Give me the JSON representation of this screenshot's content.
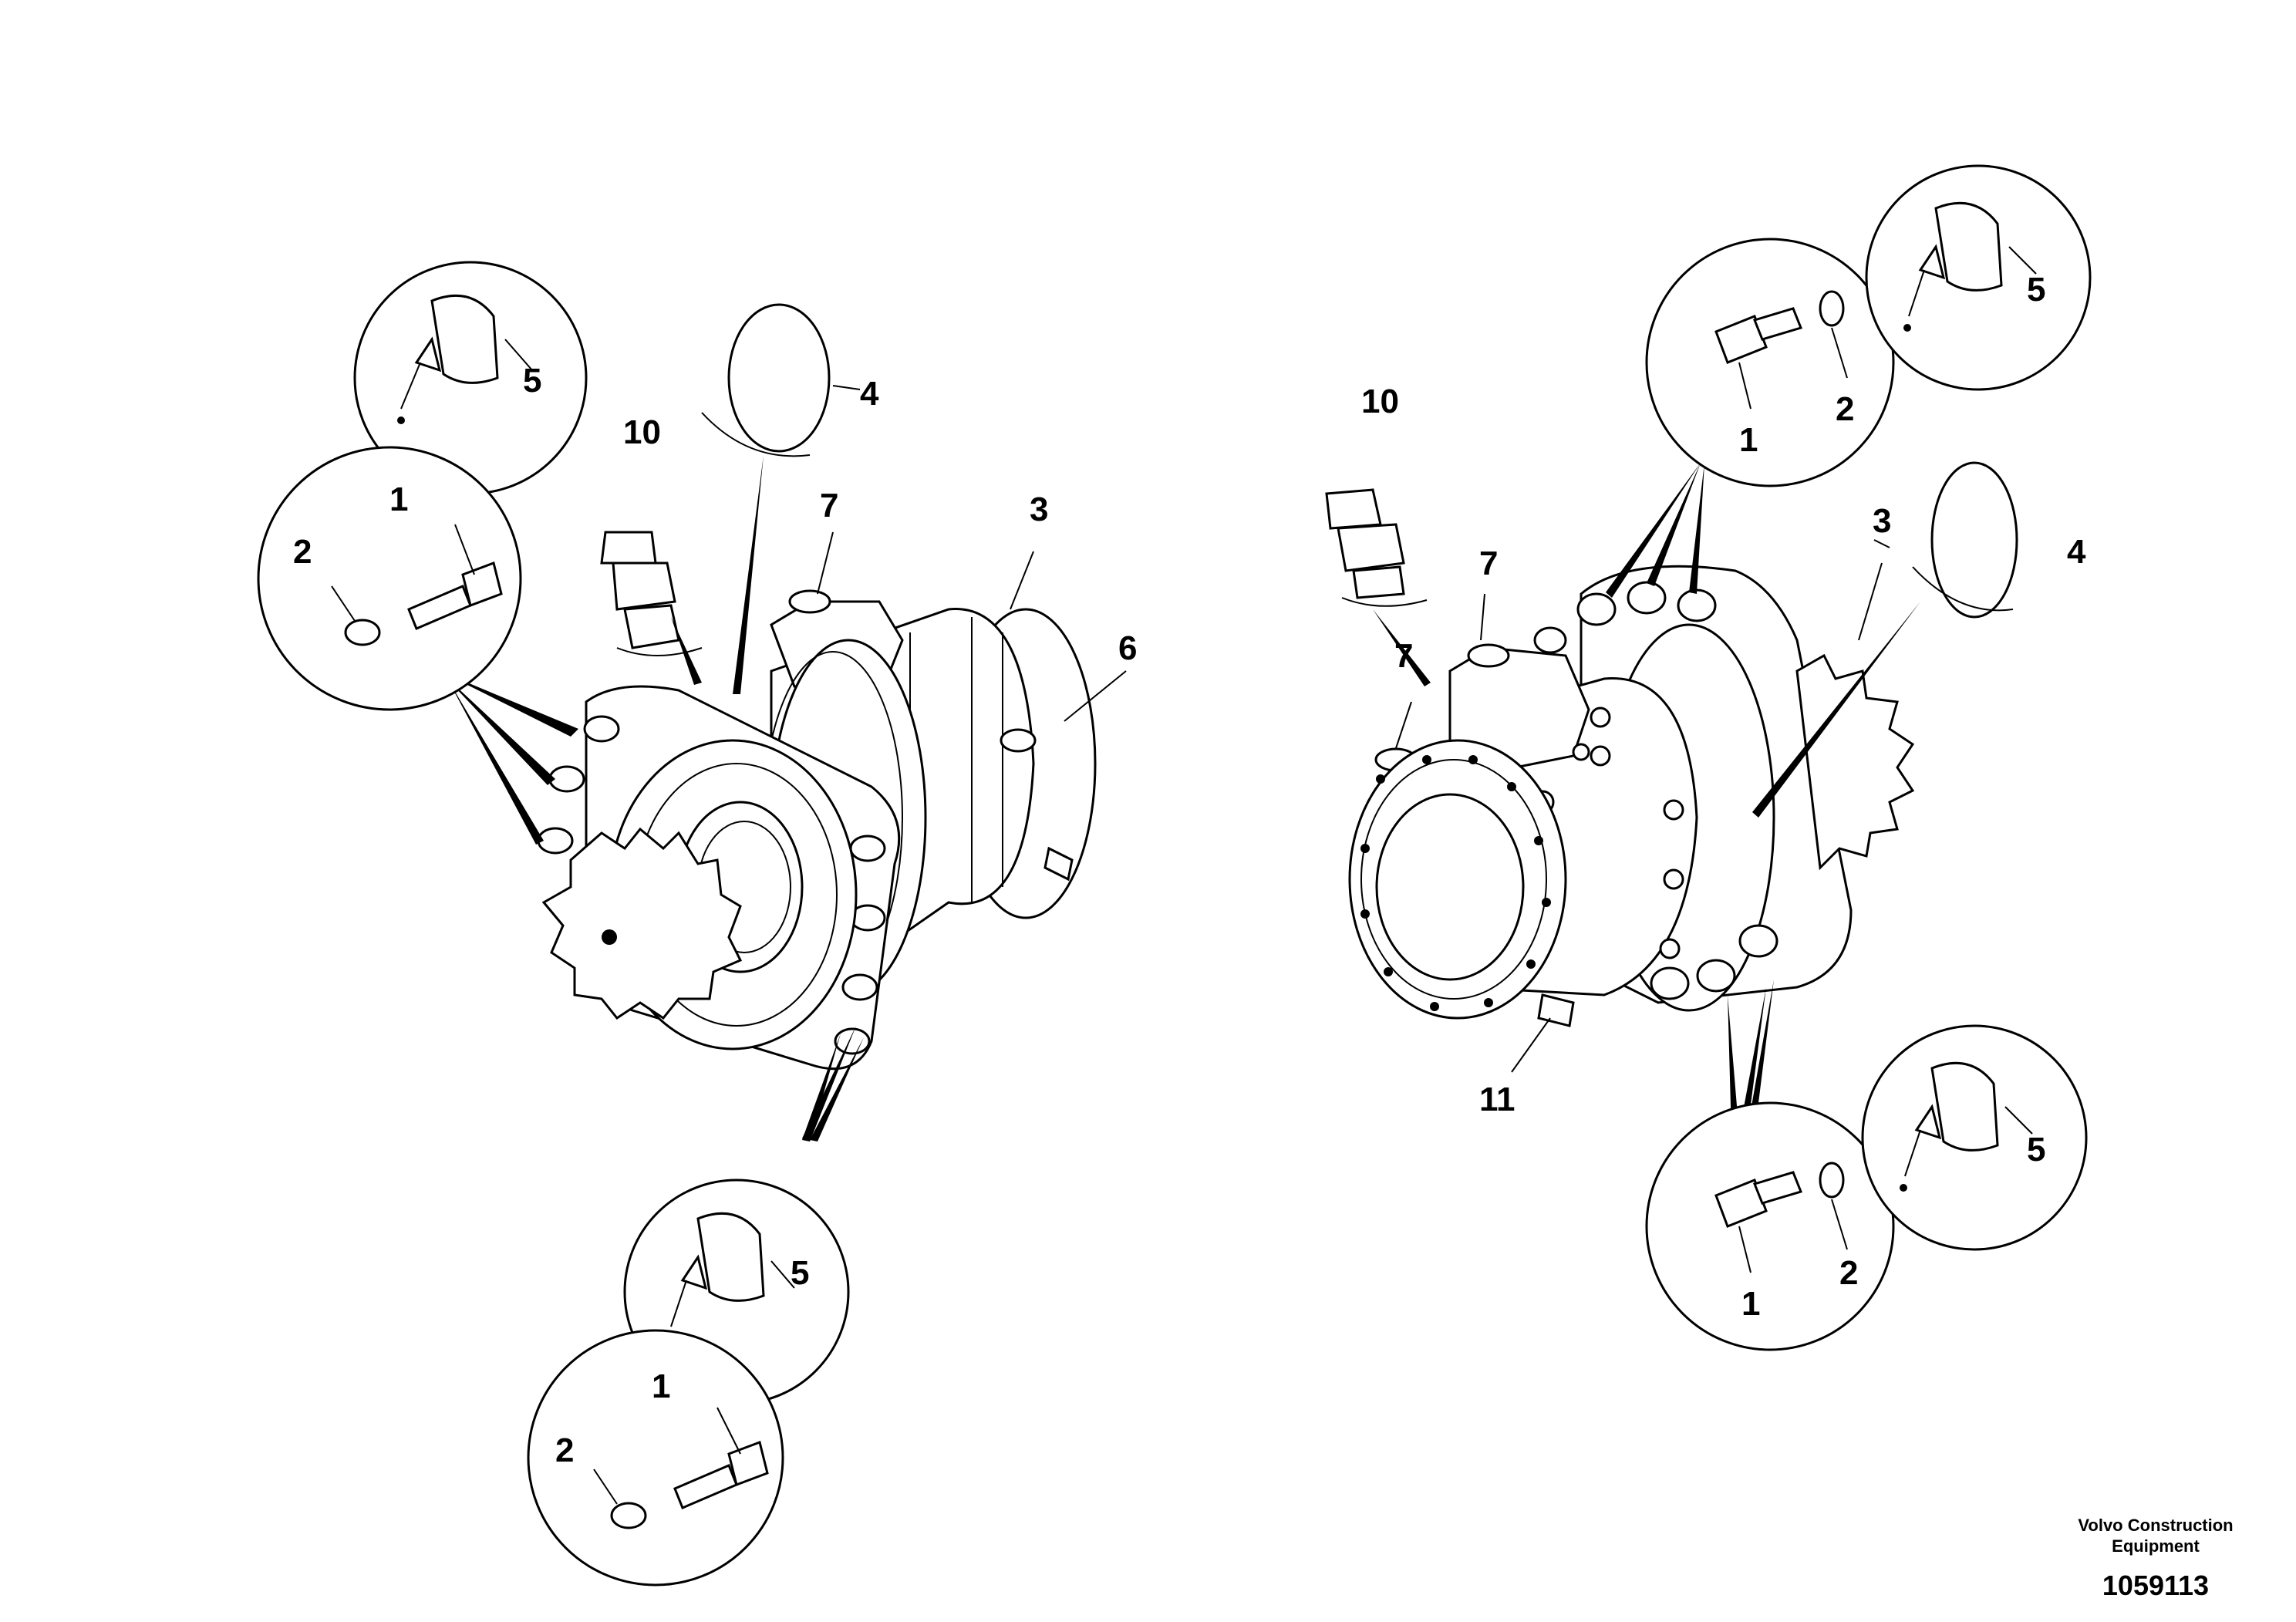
{
  "callouts": {
    "l_circ5_top": "5",
    "l_circ_1": "1",
    "l_circ_2": "2",
    "l_4": "4",
    "l_10": "10",
    "l_7": "7",
    "l_3": "3",
    "l_6": "6",
    "l_circ5_bot": "5",
    "l_circ_bot_1": "1",
    "l_circ_bot_2": "2",
    "r_10": "10",
    "r_7a": "7",
    "r_7b": "7",
    "r_top_1": "1",
    "r_top_2": "2",
    "r_top_5": "5",
    "r_3": "3",
    "r_4": "4",
    "r_11": "11",
    "r_bot_1": "1",
    "r_bot_2": "2",
    "r_bot_5": "5"
  },
  "footer": {
    "company_line1": "Volvo Construction",
    "company_line2": "Equipment",
    "drawing_number": "1059113"
  }
}
